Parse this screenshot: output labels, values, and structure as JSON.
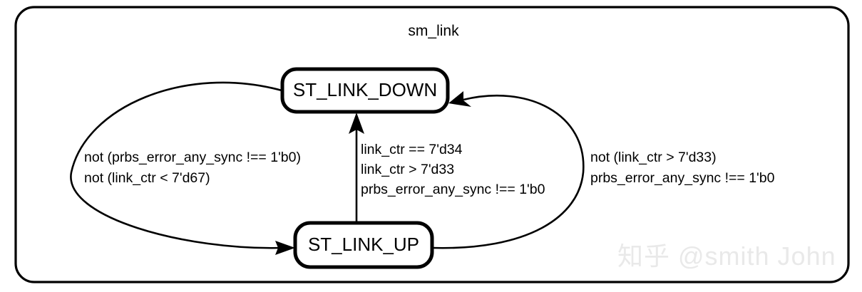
{
  "diagram": {
    "title": "sm_link",
    "type": "state-machine",
    "states": [
      {
        "id": "st_link_down",
        "label": "ST_LINK_DOWN"
      },
      {
        "id": "st_link_up",
        "label": "ST_LINK_UP"
      }
    ],
    "transitions": [
      {
        "id": "down-to-up",
        "from": "ST_LINK_DOWN",
        "to": "ST_LINK_UP",
        "side": "left",
        "conditions": [
          "not (prbs_error_any_sync !== 1'b0)",
          "not (link_ctr < 7'd67)"
        ]
      },
      {
        "id": "up-to-down-center",
        "from": "ST_LINK_UP",
        "to": "ST_LINK_DOWN",
        "side": "center",
        "conditions": [
          "link_ctr == 7'd34",
          "link_ctr > 7'd33",
          "prbs_error_any_sync !== 1'b0"
        ]
      },
      {
        "id": "up-to-down-right",
        "from": "ST_LINK_UP",
        "to": "ST_LINK_DOWN",
        "side": "right",
        "conditions": [
          "not (link_ctr > 7'd33)",
          "prbs_error_any_sync !== 1'b0"
        ]
      }
    ]
  },
  "watermark": {
    "text": "知乎 @smith John",
    "color": "#e9e9e9"
  },
  "colors": {
    "stroke": "#000000",
    "background": "#ffffff"
  }
}
